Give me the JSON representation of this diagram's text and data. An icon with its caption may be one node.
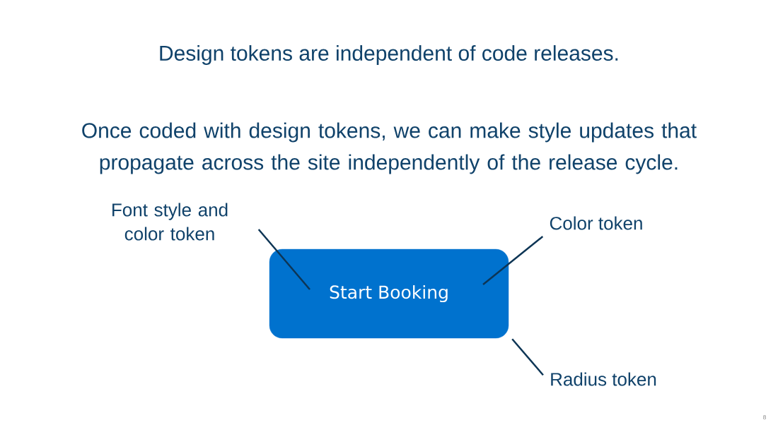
{
  "diagram": {
    "title": "Design tokens are independent of code releases.",
    "nodes": [
      {
        "text": [
          "Start Booking"
        ]
      },
      {
        "text": [
          "Font style and color token"
        ]
      },
      {
        "text": [
          "Color token"
        ]
      },
      {
        "text": [
          "Radius token"
        ]
      }
    ],
    "edges": [
      {
        "from": 1,
        "to": 0,
        "arrow": "none"
      },
      {
        "from": 2,
        "to": 0,
        "arrow": "none"
      },
      {
        "from": 3,
        "to": 0,
        "arrow": "none"
      }
    ],
    "labels": [
      "Once coded with design tokens, we can make style updates that propagate across the site independently of the release cycle.",
      "8"
    ]
  }
}
